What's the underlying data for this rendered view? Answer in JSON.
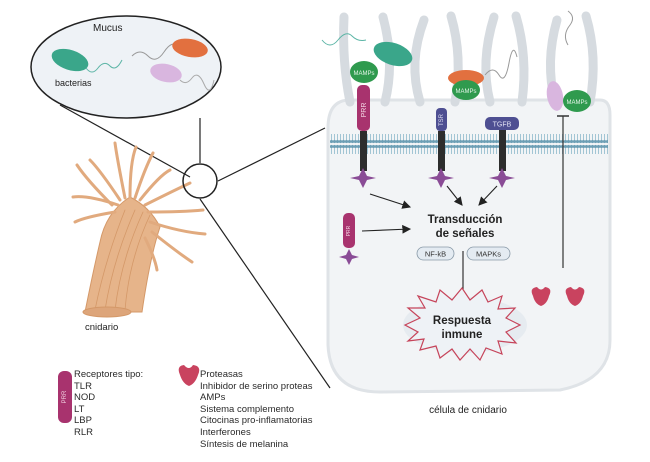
{
  "zoom_bubble": {
    "title": "Mucus",
    "bacteria_label": "bacterias"
  },
  "organism": {
    "label": "cnidario"
  },
  "cell": {
    "label": "célula de cnidario",
    "receptors": [
      {
        "name": "PRR",
        "color": "#a8336e",
        "ligand": "MAMPs"
      },
      {
        "name": "TSR",
        "color": "#4e4f92",
        "ligand": "MAMPs"
      },
      {
        "name": "TGFB",
        "color": "#4e4f92",
        "ligand": ""
      }
    ],
    "free_ligand": "MAMPs",
    "cytoplasmic_receptor": "PRR",
    "signal": {
      "line1": "Transducción",
      "line2": "de señales",
      "pathways": [
        "NF-kB",
        "MAPKs"
      ]
    },
    "response": {
      "line1": "Respuesta",
      "line2": "inmune"
    }
  },
  "legend": {
    "receptor_icon_label": "PRR",
    "receptor_heading": "Receptores tipo:",
    "receptor_types": [
      "TLR",
      "NOD",
      "LT",
      "LBP",
      "RLR"
    ],
    "effectors": [
      "Proteasas",
      "Inhibidor de serino proteas",
      "AMPs",
      "Sistema complemento",
      "Citocinas pro-inflamatorias",
      "Interferones",
      "Síntesis de melanina"
    ]
  },
  "colors": {
    "mamps": "#2f9a4e",
    "prr": "#a8336e",
    "tsr": "#4e4f92",
    "bacteria_green": "#3aa68a",
    "bacteria_orange": "#e2703f",
    "bacteria_purple": "#d9b6df",
    "effector": "#c9435f",
    "membrane": "#7aa9be",
    "cnidarian": "#e6b48a"
  }
}
